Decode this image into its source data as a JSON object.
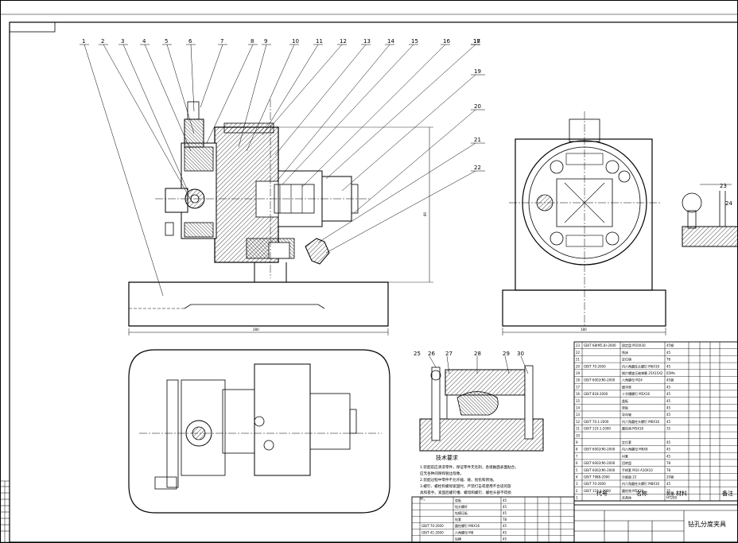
{
  "sheet": {
    "callouts_top": [
      "1",
      "2",
      "3",
      "4",
      "5",
      "6",
      "7",
      "8",
      "9",
      "10",
      "11",
      "12",
      "13",
      "14",
      "15",
      "16",
      "17",
      "18"
    ],
    "callouts_right": [
      "19",
      "20",
      "21",
      "22"
    ],
    "callouts_detail": [
      "25",
      "26",
      "27",
      "28",
      "29",
      "30"
    ],
    "callout_side": [
      "23",
      "24"
    ],
    "dim_width_front": "280",
    "dim_height_front": "80",
    "dim_width_side": "180",
    "tech_title": "技术要求",
    "tech_lines": [
      "1.装配前应清洗零件，保证零件无毛刺，各接触面表面贴合，",
      "  应无各种间隙和锐边现象。",
      "2.装配过程中零件不允许磕、碰、划伤和锈蚀。",
      "3.螺钉、螺栓和螺母紧固时，严禁打击或使用不合适的旋",
      "  具和扳手。紧固后螺钉槽、螺母和螺钉、螺栓头部不得损",
      "  坏。"
    ],
    "title_block": {
      "header_code": "代号",
      "header_name": "名称",
      "header_qty": "数量",
      "header_material": "材料",
      "header_remark": "备注",
      "drawing_title": "钻孔分度夹具"
    },
    "bom_rows": [
      {
        "code": "GB/T 68(M5,8)-2000",
        "name": "固定盘 M10X30",
        "mat": "45钢"
      },
      {
        "code": "",
        "name": "铣床",
        "mat": "45"
      },
      {
        "code": "",
        "name": "定位销",
        "mat": "T8"
      },
      {
        "code": "GB/T 70-2000",
        "name": "内六角圆柱头螺钉 M6X16",
        "mat": "45"
      },
      {
        "code": "",
        "name": "钢片螺旋压缩弹簧 25X15X2",
        "mat": "65Mn"
      },
      {
        "code": "GB/T 6002(M)-2000",
        "name": "六角螺母 M24",
        "mat": "45钢"
      },
      {
        "code": "",
        "name": "缓冲垫",
        "mat": "45"
      },
      {
        "code": "GB/T 818-2000",
        "name": "十字槽螺钉 M5X16",
        "mat": "45"
      },
      {
        "code": "",
        "name": "盖板",
        "mat": "45"
      },
      {
        "code": "",
        "name": "垫板",
        "mat": "45"
      },
      {
        "code": "",
        "name": "导向轴",
        "mat": "45"
      },
      {
        "code": "GB/T 70.1-2000",
        "name": "内六角圆柱头螺钉 M6X16",
        "mat": "45"
      },
      {
        "code": "GB/T 119.1-2000",
        "name": "圆柱销 M5X16",
        "mat": "35"
      },
      {
        "code": "",
        "name": "",
        "mat": ""
      },
      {
        "code": "",
        "name": "定位套",
        "mat": "45"
      },
      {
        "code": "GB/T 6002(M)-2000",
        "name": "内六角螺母 M8X8",
        "mat": "45"
      },
      {
        "code": "",
        "name": "衬套",
        "mat": "45"
      },
      {
        "code": "GB/T 6002(M)-2000",
        "name": "回转盘",
        "mat": "T8"
      },
      {
        "code": "GB/T 6002(M)-2000",
        "name": "手柄套 M10 A10X10",
        "mat": "T8"
      },
      {
        "code": "GB/T 7988-2000",
        "name": "分度盘 22",
        "mat": "20钢"
      },
      {
        "code": "GB/T 70-2000",
        "name": "内六角圆柱头螺钉 M8X16",
        "mat": "45"
      },
      {
        "code": "GB/T 119.1-2000",
        "name": "圆柱销 M5X16",
        "mat": "35"
      },
      {
        "code": "",
        "name": "夹具体",
        "mat": "HT200"
      }
    ],
    "bottom_list_rows": [
      {
        "code": "",
        "name": "垫板",
        "mat": "45"
      },
      {
        "code": "",
        "name": "钻头螺杆",
        "mat": "45"
      },
      {
        "code": "",
        "name": "钻模压板",
        "mat": "45"
      },
      {
        "code": "",
        "name": "钻套",
        "mat": "T8"
      },
      {
        "code": "GB/T 70-2000",
        "name": "圆柱螺钉 M6X16",
        "mat": "45"
      },
      {
        "code": "GB/T 41-2000",
        "name": "六角螺母 M8",
        "mat": "45"
      },
      {
        "code": "",
        "name": "钻模",
        "mat": "45"
      }
    ]
  }
}
